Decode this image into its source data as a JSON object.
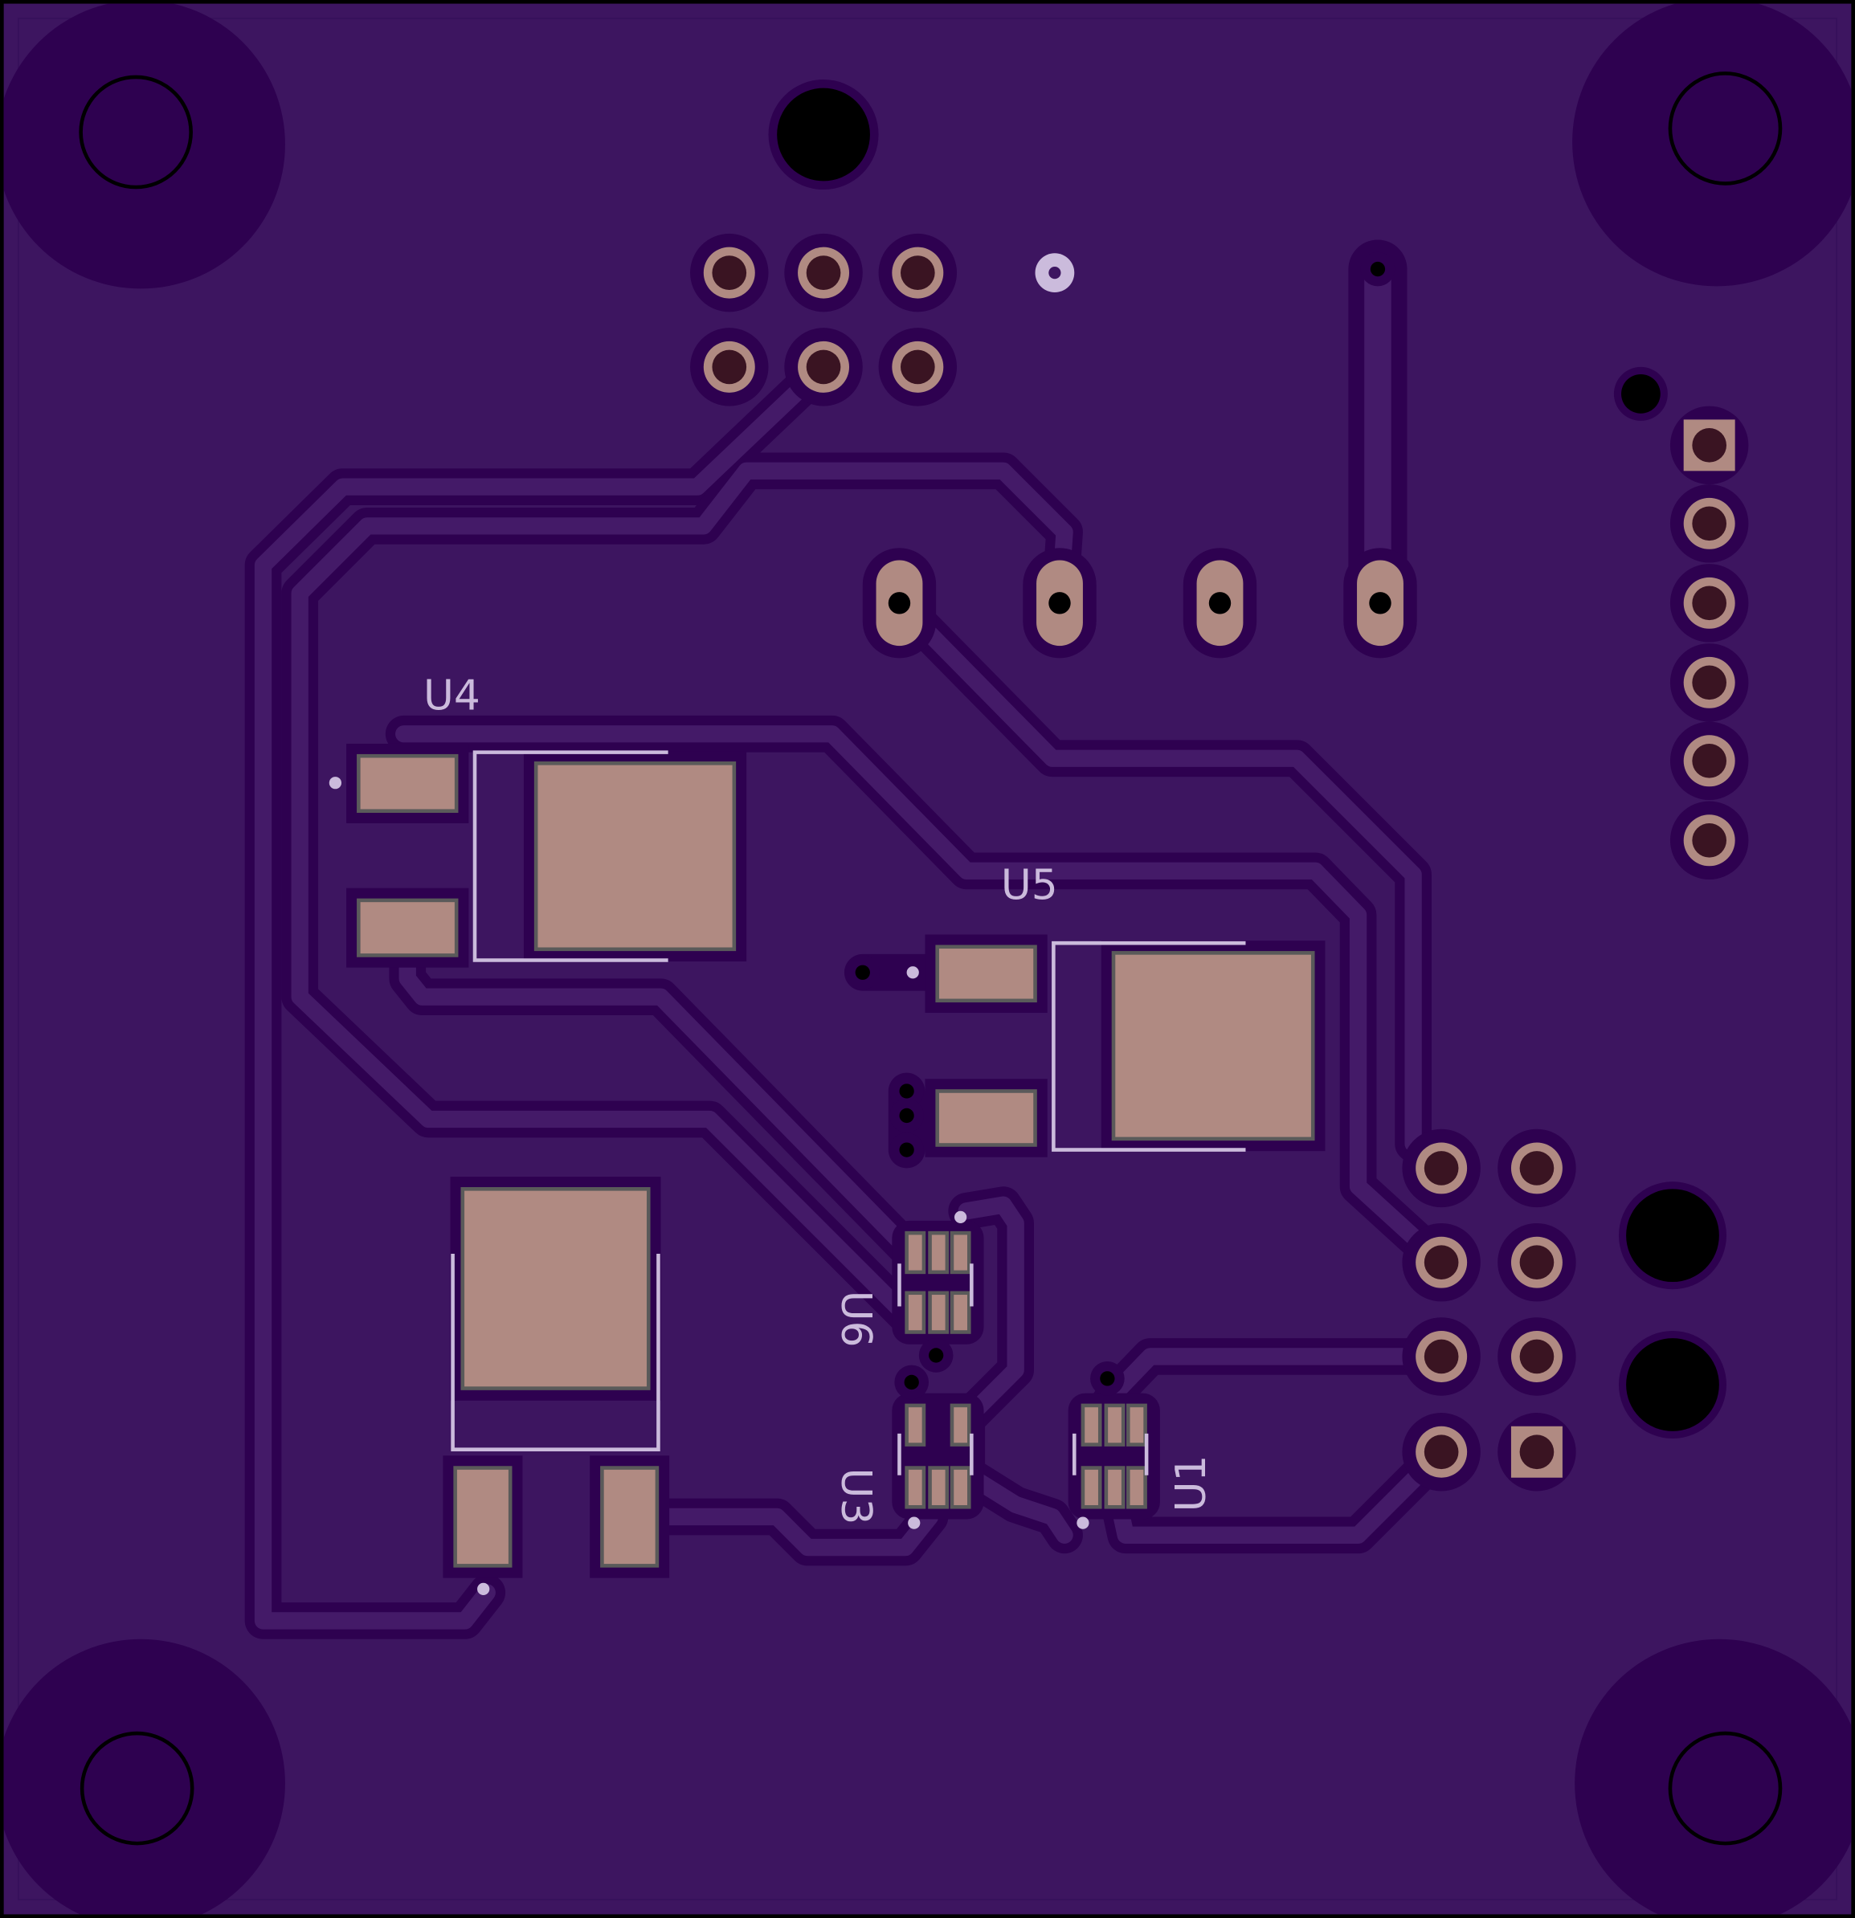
{
  "board": {
    "colors": {
      "soldermask": "#3d1560",
      "clearance": "#2e0150",
      "copper_pad": "#b08a82",
      "silkscreen": "#cbbbdc",
      "drill": "#000000"
    }
  },
  "labels": {
    "u4": "U4",
    "u5": "U5",
    "u6": "U6",
    "u3": "U3",
    "u1": "U1"
  }
}
